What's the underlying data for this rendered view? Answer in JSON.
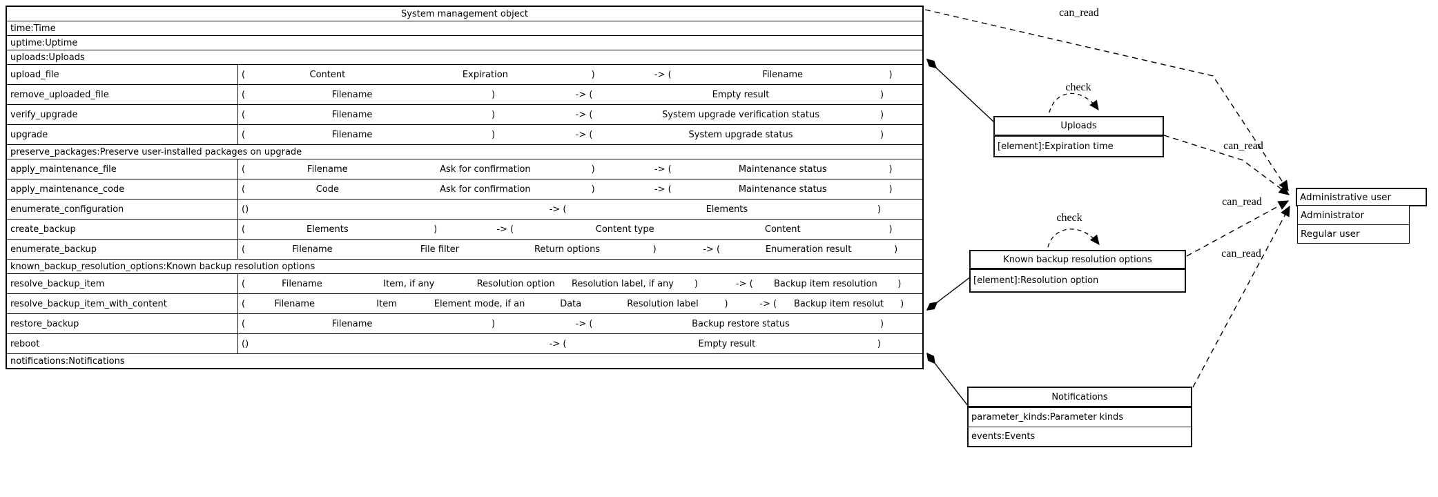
{
  "diagram": {
    "table": {
      "title": "System management object",
      "syntax": {
        "open": "(",
        "open_empty": "()",
        "close": ")",
        "arrow": "-> ("
      },
      "rows": [
        {
          "kind": "attr",
          "text": "time:Time"
        },
        {
          "kind": "attr",
          "text": "uptime:Uptime"
        },
        {
          "kind": "attr",
          "text": "uploads:Uploads"
        },
        {
          "kind": "method",
          "name": "upload_file",
          "params": [
            "Content",
            "Expiration"
          ],
          "results": [
            "Filename"
          ]
        },
        {
          "kind": "method",
          "name": "remove_uploaded_file",
          "params": [
            "Filename"
          ],
          "results": [
            "Empty result"
          ]
        },
        {
          "kind": "method",
          "name": "verify_upgrade",
          "params": [
            "Filename"
          ],
          "results": [
            "System upgrade verification status"
          ]
        },
        {
          "kind": "method",
          "name": "upgrade",
          "params": [
            "Filename"
          ],
          "results": [
            "System upgrade status"
          ]
        },
        {
          "kind": "attr",
          "text": "preserve_packages:Preserve user-installed packages on upgrade"
        },
        {
          "kind": "method",
          "name": "apply_maintenance_file",
          "params": [
            "Filename",
            "Ask for confirmation"
          ],
          "results": [
            "Maintenance status"
          ]
        },
        {
          "kind": "method",
          "name": "apply_maintenance_code",
          "params": [
            "Code",
            "Ask for confirmation"
          ],
          "results": [
            "Maintenance status"
          ]
        },
        {
          "kind": "method",
          "name": "enumerate_configuration",
          "params": [],
          "results": [
            "Elements"
          ]
        },
        {
          "kind": "method",
          "name": "create_backup",
          "params": [
            "Elements"
          ],
          "results": [
            "Content type",
            "Content"
          ]
        },
        {
          "kind": "method",
          "name": "enumerate_backup",
          "params": [
            "Filename",
            "File filter",
            "Return options"
          ],
          "results": [
            "Enumeration result"
          ]
        },
        {
          "kind": "attr",
          "text": "known_backup_resolution_options:Known backup resolution options"
        },
        {
          "kind": "method",
          "name": "resolve_backup_item",
          "params": [
            "Filename",
            "Item, if any",
            "Resolution option",
            "Resolution label, if any"
          ],
          "results": [
            "Backup item resolution status"
          ]
        },
        {
          "kind": "method",
          "name": "resolve_backup_item_with_content",
          "params": [
            "Filename",
            "Item",
            "Element mode, if any",
            "Data",
            "Resolution label"
          ],
          "results": [
            "Backup item resolution status"
          ]
        },
        {
          "kind": "method",
          "name": "restore_backup",
          "params": [
            "Filename"
          ],
          "results": [
            "Backup restore status"
          ]
        },
        {
          "kind": "method",
          "name": "reboot",
          "params": [],
          "results": [
            "Empty result"
          ]
        },
        {
          "kind": "attr",
          "text": "notifications:Notifications"
        }
      ]
    },
    "boxes": {
      "uploads": {
        "title": "Uploads",
        "rows": [
          "[element]:Expiration time"
        ]
      },
      "known_backup_resolution_options": {
        "title": "Known backup resolution options",
        "rows": [
          "[element]:Resolution option"
        ]
      },
      "notifications": {
        "title": "Notifications",
        "rows": [
          "parameter_kinds:Parameter kinds",
          "events:Events"
        ]
      },
      "administrative_user": {
        "title": "Administrative user",
        "rows": [
          "Administrator",
          "Regular user"
        ]
      }
    },
    "edge_labels": {
      "can_read_top": "can_read",
      "check_uploads": "check",
      "can_read_uploads": "can_read",
      "can_read_known": "can_read",
      "check_known": "check",
      "can_read_notifications": "can_read"
    },
    "colors": {
      "line": "#000000",
      "background": "#ffffff",
      "text": "#000000"
    }
  }
}
